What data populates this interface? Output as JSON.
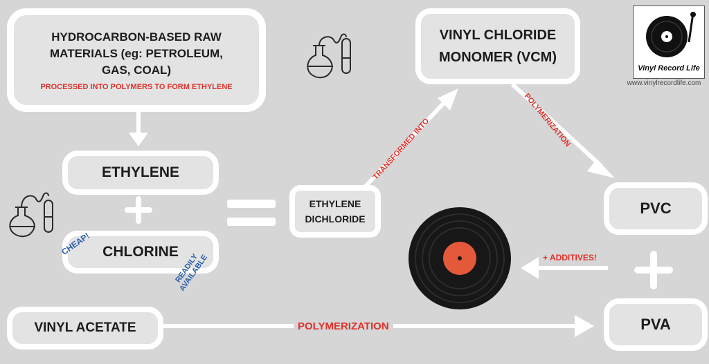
{
  "raw_materials": {
    "line1": "HYDROCARBON-BASED RAW",
    "line2": "MATERIALS (eg: PETROLEUM,",
    "line3": "GAS, COAL)",
    "note": "PROCESSED INTO POLYMERS TO FORM ETHYLENE"
  },
  "ethylene": "ETHYLENE",
  "chlorine": "CHLORINE",
  "cheap_note": "CHEAP!",
  "readily_line1": "READILY",
  "readily_line2": "AVAILABLE",
  "ethylene_dichloride": {
    "line1": "ETHYLENE",
    "line2": "DICHLORIDE"
  },
  "transformed_into": "TRANSFORMED INTO",
  "vcm": {
    "line1": "VINYL CHLORIDE",
    "line2": "MONOMER (VCM)"
  },
  "polymerization_vcm": "POLYMERIZATION",
  "pvc": "PVC",
  "pva": "PVA",
  "additives": "+ ADDITIVES!",
  "vinyl_acetate": "VINYL ACETATE",
  "polymerization_pva": "POLYMERIZATION",
  "logo": {
    "name": "Vinyl Record Life",
    "url": "www.vinylrecordlife.com"
  },
  "colors": {
    "background": "#d6d6d6",
    "accent_red": "#e0312b",
    "note_blue": "#2a5fa8",
    "box_border": "#ffffff"
  }
}
